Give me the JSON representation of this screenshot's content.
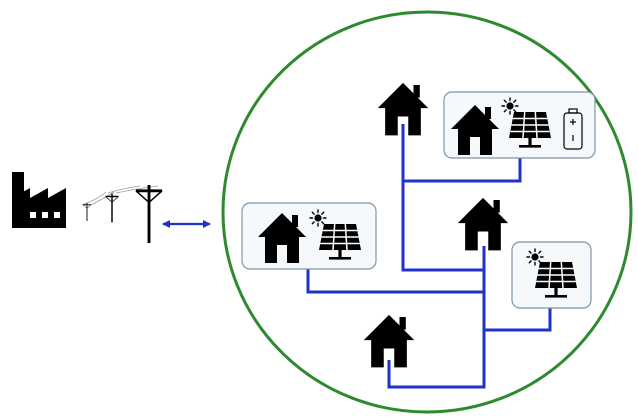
{
  "colors": {
    "microgrid_border": "#2f8a2f",
    "power_line": "#1f33c8",
    "link_arrow": "#1f33c8",
    "icon": "#000000",
    "box_border": "#7f95a8",
    "box_fill": "#f5f9fb"
  },
  "grid_side": {
    "icons": [
      "factory-icon",
      "utility-pole-icon",
      "utility-pole-icon",
      "utility-pole-icon"
    ],
    "connection": "bidirectional-arrow-icon"
  },
  "microgrid": {
    "nodes": [
      {
        "id": "house-top",
        "icons": [
          "house-icon"
        ]
      },
      {
        "id": "prosumer-storage",
        "icons": [
          "house-icon",
          "sun-icon",
          "solar-panel-icon",
          "battery-icon"
        ]
      },
      {
        "id": "prosumer-left",
        "icons": [
          "house-icon",
          "sun-icon",
          "solar-panel-icon"
        ]
      },
      {
        "id": "house-middle",
        "icons": [
          "house-icon"
        ]
      },
      {
        "id": "solar-generator",
        "icons": [
          "sun-icon",
          "solar-panel-icon"
        ]
      },
      {
        "id": "house-bottom",
        "icons": [
          "house-icon"
        ]
      }
    ]
  }
}
